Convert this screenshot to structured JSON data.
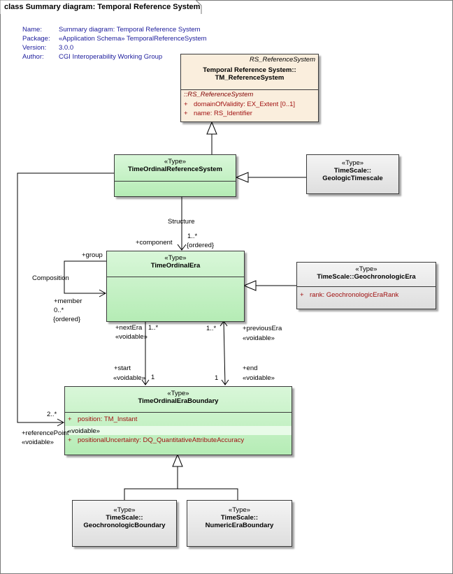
{
  "diagram": {
    "tab_title": "class Summary diagram: Temporal Reference System",
    "meta": [
      {
        "key": "Name:",
        "value": "Summary diagram: Temporal Reference System"
      },
      {
        "key": "Package:",
        "value": "«Application Schema» TemporalReferenceSystem"
      },
      {
        "key": "Version:",
        "value": "3.0.0"
      },
      {
        "key": "Author:",
        "value": "CGI Interoperability Working Group"
      }
    ]
  },
  "classes": {
    "rs": {
      "parent": "RS_ReferenceSystem",
      "name_line1": "Temporal Reference System::",
      "name_line2": "TM_ReferenceSystem",
      "inherited": "::RS_ReferenceSystem",
      "attrs": [
        {
          "vis": "+",
          "text": "domainOfValidity:  EX_Extent [0..1]"
        },
        {
          "vis": "+",
          "text": "name:  RS_Identifier"
        }
      ]
    },
    "tors": {
      "stereotype": "«Type»",
      "name": "TimeOrdinalReferenceSystem"
    },
    "geo_ts": {
      "stereotype": "«Type»",
      "name_line1": "TimeScale::",
      "name_line2": "GeologicTimescale"
    },
    "toe": {
      "stereotype": "«Type»",
      "name": "TimeOrdinalEra"
    },
    "geo_era": {
      "stereotype": "«Type»",
      "name": "TimeScale::GeochronologicEra",
      "attrs": [
        {
          "vis": "+",
          "text": "rank:  GeochronologicEraRank"
        }
      ]
    },
    "toeb": {
      "stereotype": "«Type»",
      "name": "TimeOrdinalEraBoundary",
      "attrs": [
        {
          "vis": "+",
          "text": "position:  TM_Instant"
        },
        {
          "vis": "+",
          "text": "positionalUncertainty:  DQ_QuantitativeAttributeAccuracy"
        }
      ],
      "voidable_tag": "«voidable»"
    },
    "geo_boundary": {
      "stereotype": "«Type»",
      "name_line1": "TimeScale::",
      "name_line2": "GeochronologicBoundary"
    },
    "num_boundary": {
      "stereotype": "«Type»",
      "name_line1": "TimeScale::",
      "name_line2": "NumericEraBoundary"
    }
  },
  "labels": {
    "structure": "Structure",
    "component": "+component",
    "mult_1n_a": "1..*",
    "ordered_a": "{ordered}",
    "group": "+group",
    "composition": "Composition",
    "member": "+member",
    "mult_0n": "0..*",
    "ordered_b": "{ordered}",
    "next_era": "+nextEra",
    "mult_1n_b": "1..*",
    "voidable_a": "«voidable»",
    "mult_1n_c": "1..*",
    "previous_era": "+previousEra",
    "voidable_b": "«voidable»",
    "start": "+start",
    "voidable_c": "«voidable»",
    "mult_1_a": "1",
    "end": "+end",
    "voidable_d": "«voidable»",
    "mult_1_b": "1",
    "mult_2n": "2..*",
    "reference_point": "+referencePoint",
    "voidable_e": "«voidable»"
  }
}
